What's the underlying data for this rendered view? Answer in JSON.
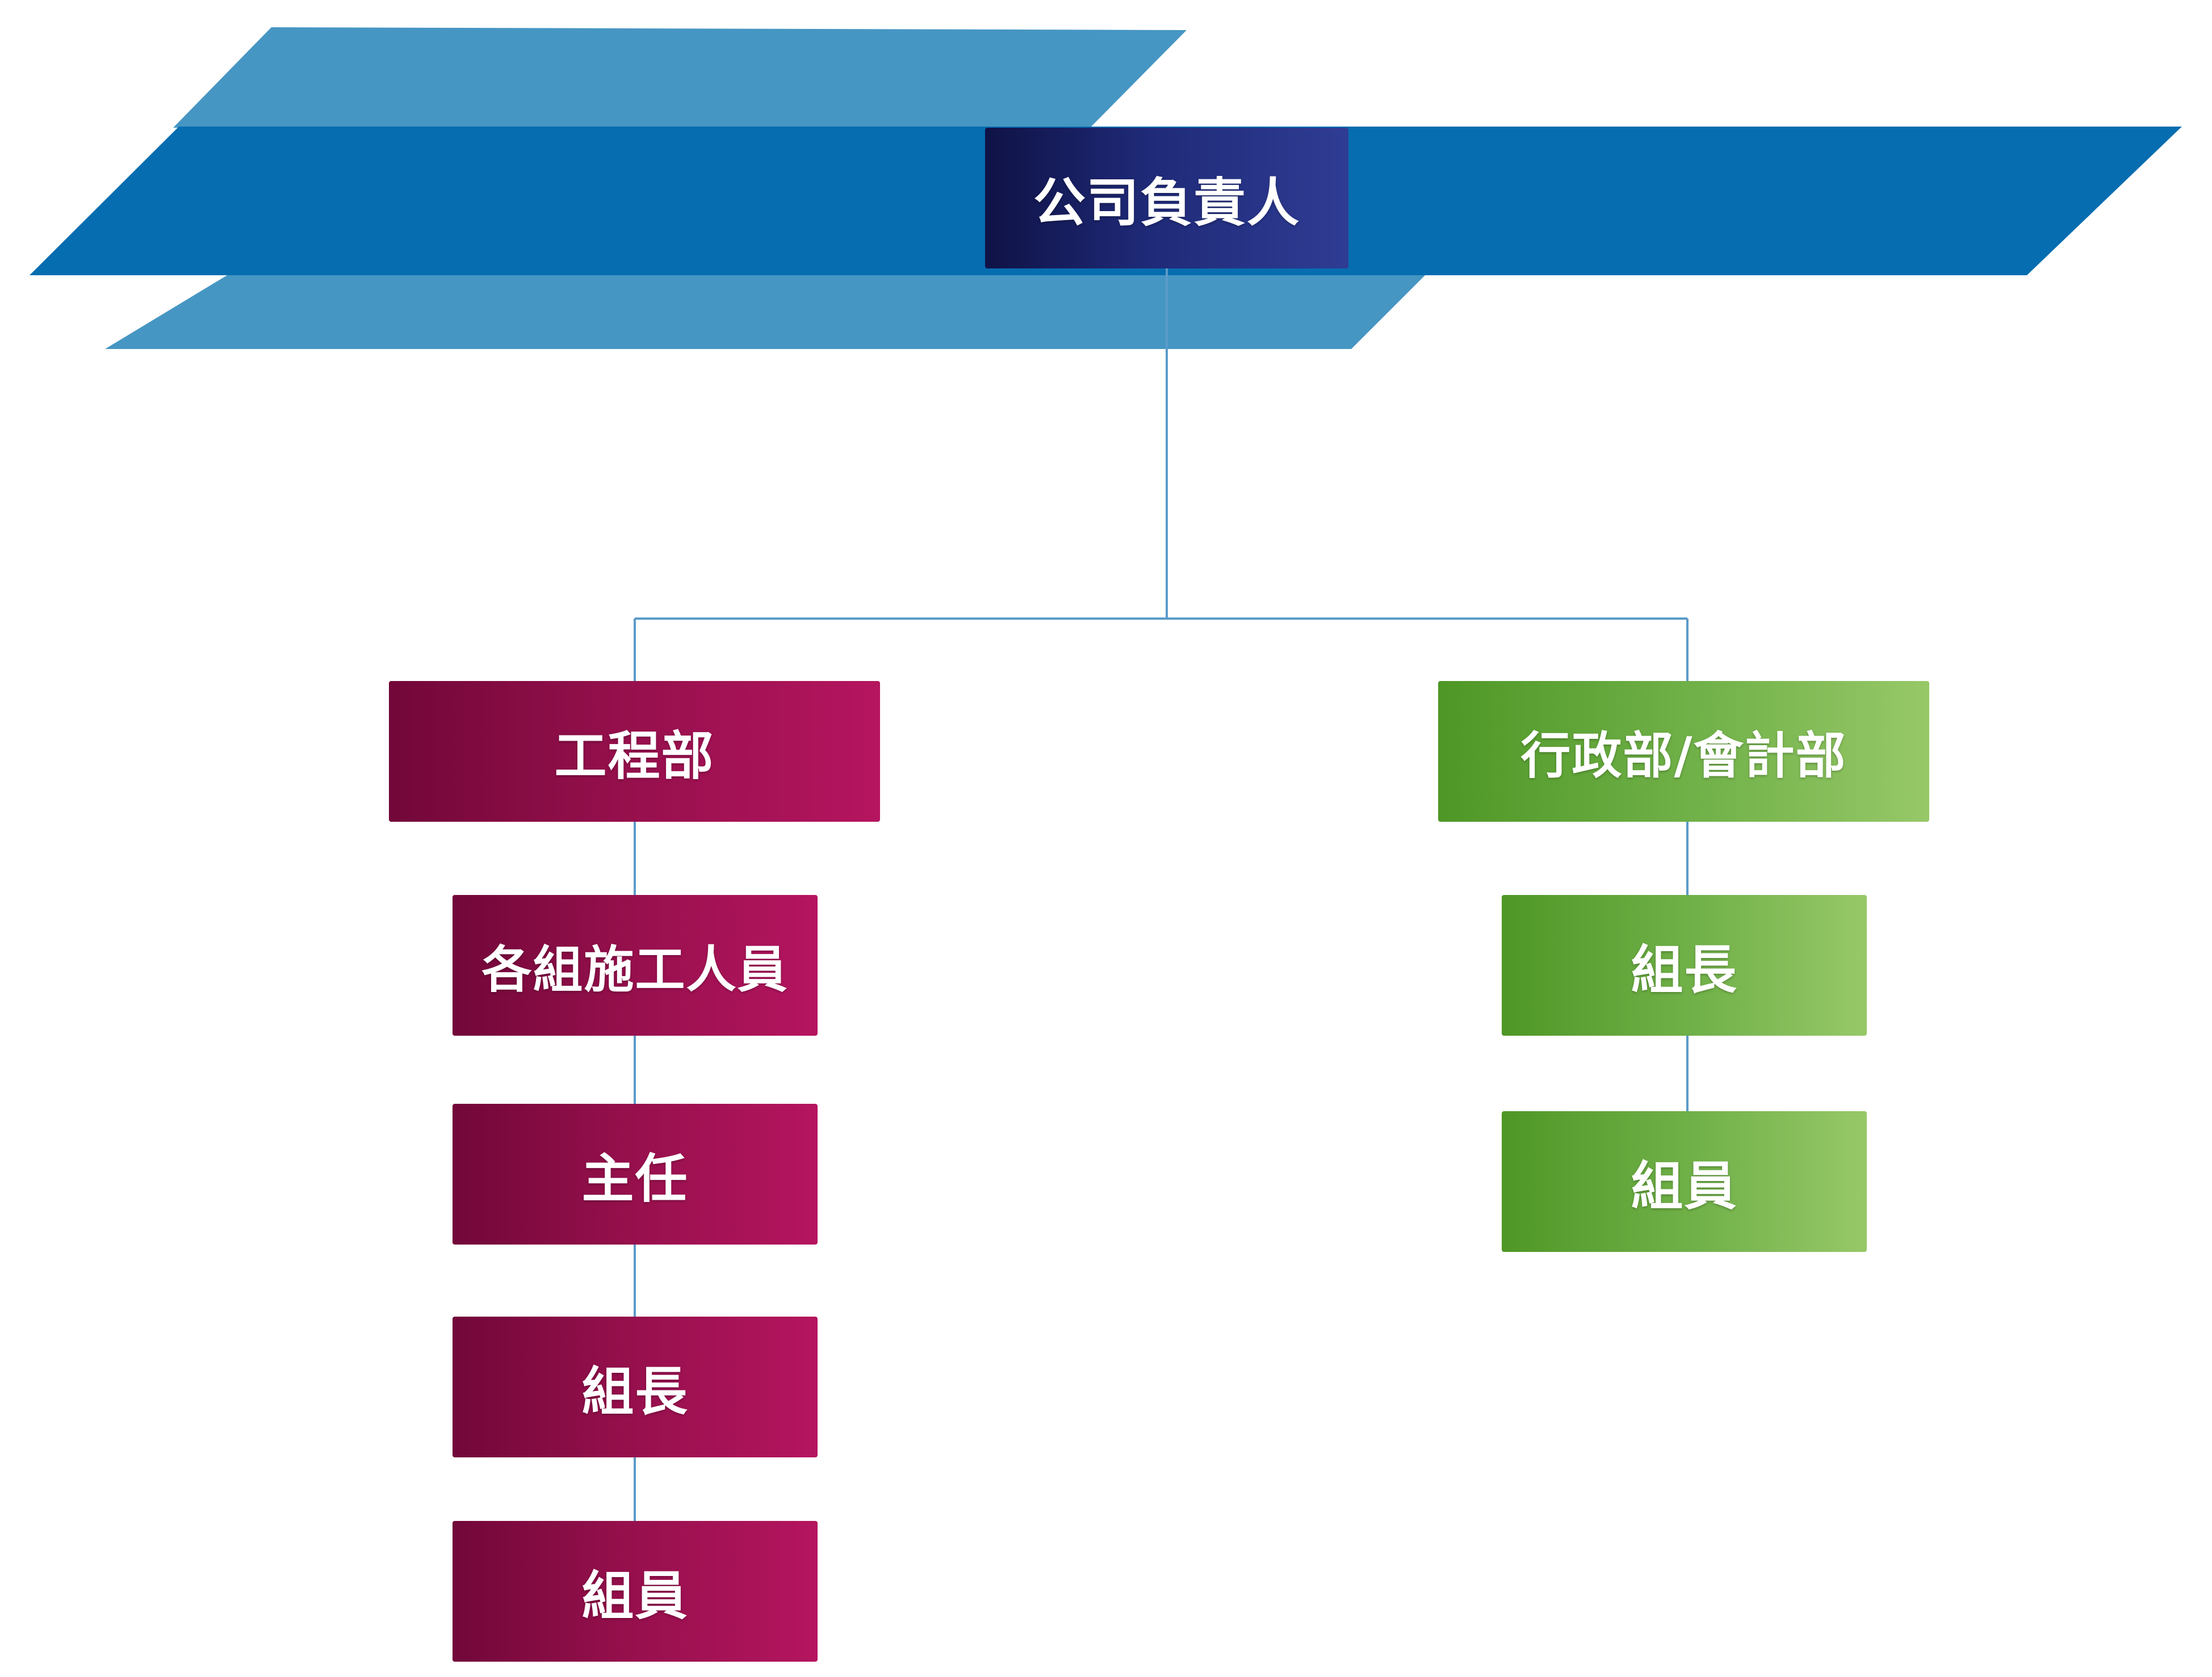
{
  "colors": {
    "banner_light": "#4696c3",
    "banner_dark": "#066db0",
    "connector": "#5b9bc9",
    "root_gradient": [
      "#0f1245",
      "#2f3c93"
    ],
    "engineering_gradient": [
      "#720739",
      "#b5155f"
    ],
    "admin_gradient": [
      "#4e9726",
      "#97c868"
    ]
  },
  "org": {
    "root": {
      "label": "公司負責人"
    },
    "engineering": {
      "label": "工程部",
      "workers": "各組施工人員",
      "director": "主任",
      "leader": "組長",
      "member": "組員"
    },
    "admin": {
      "label": "行政部/會計部",
      "leader": "組長",
      "member": "組員"
    }
  }
}
